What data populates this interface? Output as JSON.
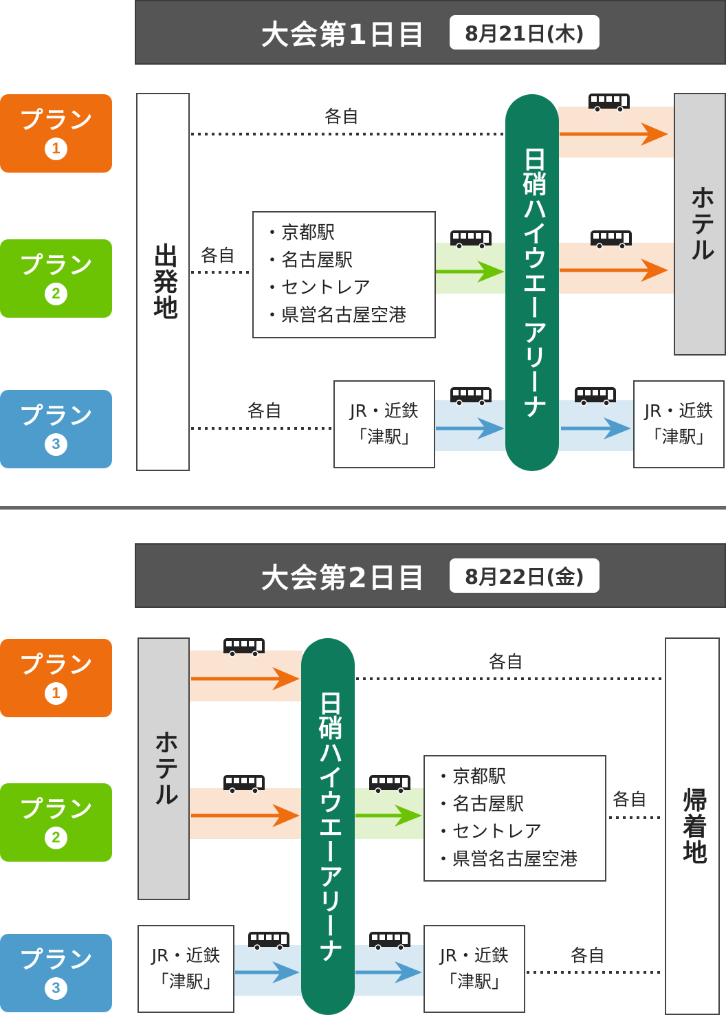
{
  "day1": {
    "title": "大会第1日目",
    "date": "8月21日(木)",
    "plans": [
      {
        "label": "プラン",
        "num": "1",
        "color": "#ee6d0e"
      },
      {
        "label": "プラン",
        "num": "2",
        "color": "#6cc304"
      },
      {
        "label": "プラン",
        "num": "3",
        "color": "#4e9ccc"
      }
    ],
    "start": "出発地",
    "arena": "日硝ハイウエーアリーナ",
    "end": "ホテル",
    "each": "各自",
    "stations": [
      "京都駅",
      "名古屋駅",
      "セントレア",
      "県営名古屋空港"
    ],
    "tsu_line1": "JR・近鉄",
    "tsu_line2": "「津駅」"
  },
  "day2": {
    "title": "大会第2日目",
    "date": "8月22日(金)",
    "plans": [
      {
        "label": "プラン",
        "num": "1",
        "color": "#ee6d0e"
      },
      {
        "label": "プラン",
        "num": "2",
        "color": "#6cc304"
      },
      {
        "label": "プラン",
        "num": "3",
        "color": "#4e9ccc"
      }
    ],
    "start": "ホテル",
    "arena": "日硝ハイウエーアリーナ",
    "end": "帰着地",
    "each": "各自",
    "stations": [
      "京都駅",
      "名古屋駅",
      "セントレア",
      "県営名古屋空港"
    ],
    "tsu_line1": "JR・近鉄",
    "tsu_line2": "「津駅」"
  },
  "colors": {
    "orange": "#ee6d0e",
    "orange_band": "#fbe3d2",
    "green": "#6cc304",
    "green_band": "#e2f2cf",
    "blue": "#4e9ccc",
    "blue_band": "#d8e9f4",
    "arena": "#0d7b5c",
    "header": "#555555",
    "gray_box": "#d4d4d4",
    "bus": "#222222"
  },
  "icons": {
    "bus": "bus-icon",
    "arrow": "arrow-right-icon",
    "dots": "dotted-line"
  }
}
